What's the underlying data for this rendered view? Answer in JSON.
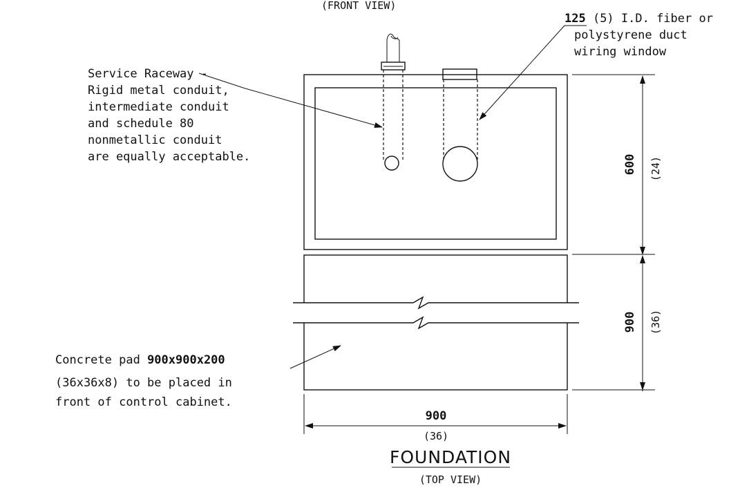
{
  "front_view_caption": "(FRONT VIEW)",
  "duct_note": {
    "size": "125",
    "line1_rest": " (5) I.D. fiber or",
    "line2": "polystyrene duct",
    "line3": "wiring window"
  },
  "raceway_note": {
    "lines": [
      "Service Raceway -",
      "Rigid metal conduit,",
      "intermediate conduit",
      "and schedule 80",
      "nonmetallic conduit",
      "are equally acceptable."
    ]
  },
  "pad_note": {
    "size": "900x900x200",
    "line1_prefix": "Concrete pad ",
    "line2": "(36x36x8) to be placed in",
    "line3": "front of control cabinet."
  },
  "dimensions": {
    "cabinet_height": "600",
    "cabinet_height_in": "(24)",
    "pad_depth": "900",
    "pad_depth_in": "(36)",
    "pad_width": "900",
    "pad_width_in": "(36)"
  },
  "title": "FOUNDATION",
  "subtitle": "(TOP VIEW)"
}
